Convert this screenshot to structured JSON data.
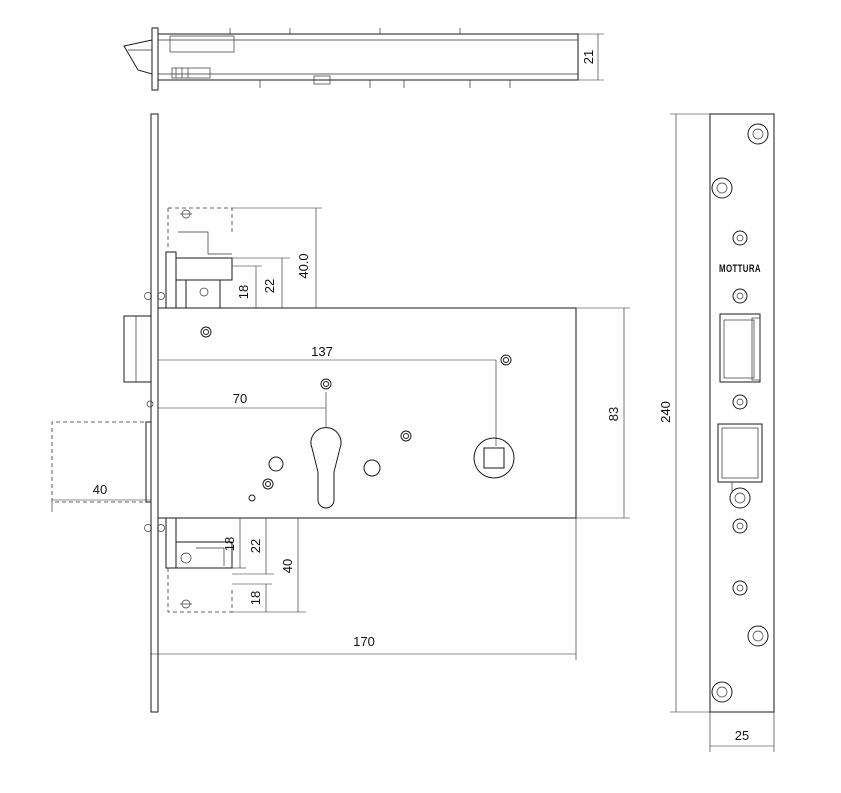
{
  "dimensions": {
    "top_view_thickness": "21",
    "latch_spacing_outer": "40.0",
    "upper_latch_22": "22",
    "upper_latch_18": "18",
    "backset_cylinder_137": "137",
    "backset_70": "70",
    "case_height": "83",
    "bolt_throw": "40",
    "lower_18": "18",
    "lower_22": "22",
    "lower_40": "40",
    "lower_18b": "18",
    "case_width": "170",
    "faceplate_length": "240",
    "faceplate_width": "25"
  },
  "logo_text": "MOTTURA"
}
